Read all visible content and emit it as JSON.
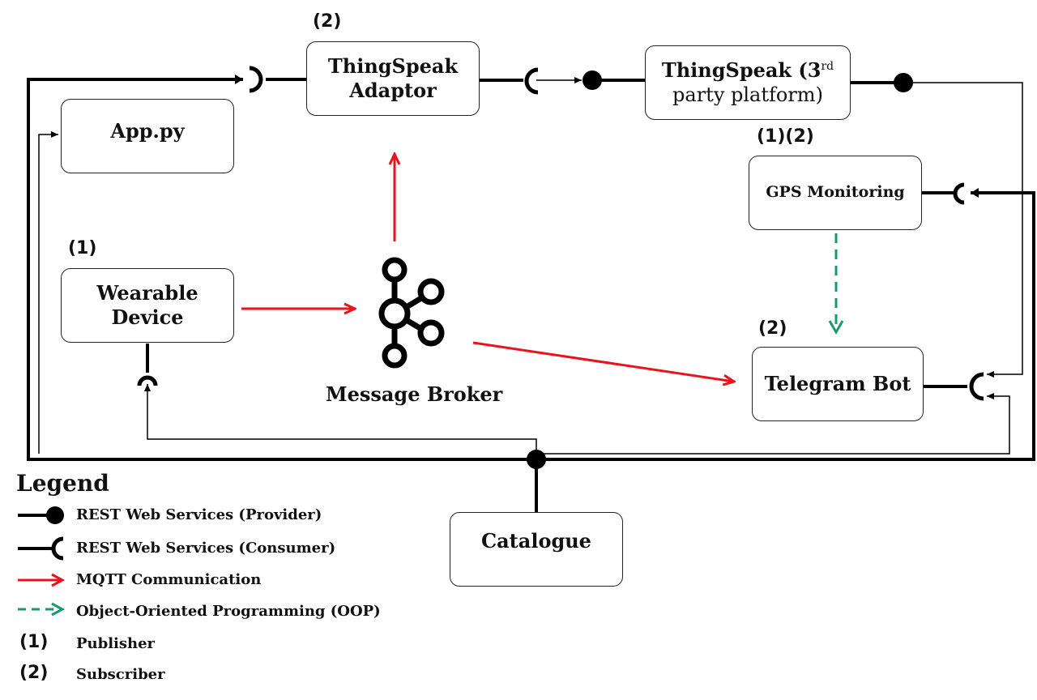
{
  "nodes": {
    "thingspeak_adaptor": "ThingSpeak Adaptor",
    "thingspeak_platform_a": "ThingSpeak (3",
    "thingspeak_platform_sup": "rd",
    "thingspeak_platform_b": "party platform)",
    "app": "App.py",
    "gps": "GPS Monitoring",
    "wearable": "Wearable Device",
    "telegram": "Telegram Bot",
    "catalogue": "Catalogue"
  },
  "role_tags": {
    "adaptor": "(2)",
    "gps": "(1)(2)",
    "wearable": "(1)",
    "telegram": "(2)"
  },
  "broker": {
    "label": "Message Broker",
    "icon": "kafka-broker-icon"
  },
  "colors": {
    "mqtt": "#e8141c",
    "oop": "#1a9a6c",
    "wire": "#000000"
  },
  "legend": {
    "title": "Legend",
    "provider": "REST Web Services (Provider)",
    "consumer": "REST Web Services (Consumer)",
    "mqtt": "MQTT Communication",
    "oop": "Object-Oriented Programming (OOP)",
    "pub_num": "(1)",
    "pub": "Publisher",
    "sub_num": "(2)",
    "sub": "Subscriber"
  }
}
